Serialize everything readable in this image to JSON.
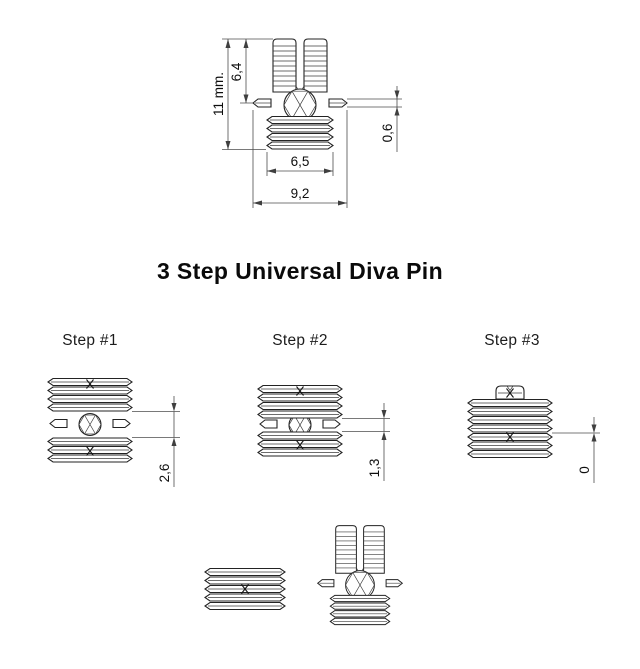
{
  "title": "3 Step Universal Diva Pin",
  "drawing": {
    "dim_total_height": "11 mm.",
    "dim_upper_height": "6,4",
    "dim_flange_thickness": "0,6",
    "dim_inner_width": "6,5",
    "dim_outer_width": "9,2"
  },
  "steps": [
    {
      "label": "Step #1",
      "dim": "2,6"
    },
    {
      "label": "Step #2",
      "dim": "1,3"
    },
    {
      "label": "Step #3",
      "dim": "0"
    }
  ]
}
